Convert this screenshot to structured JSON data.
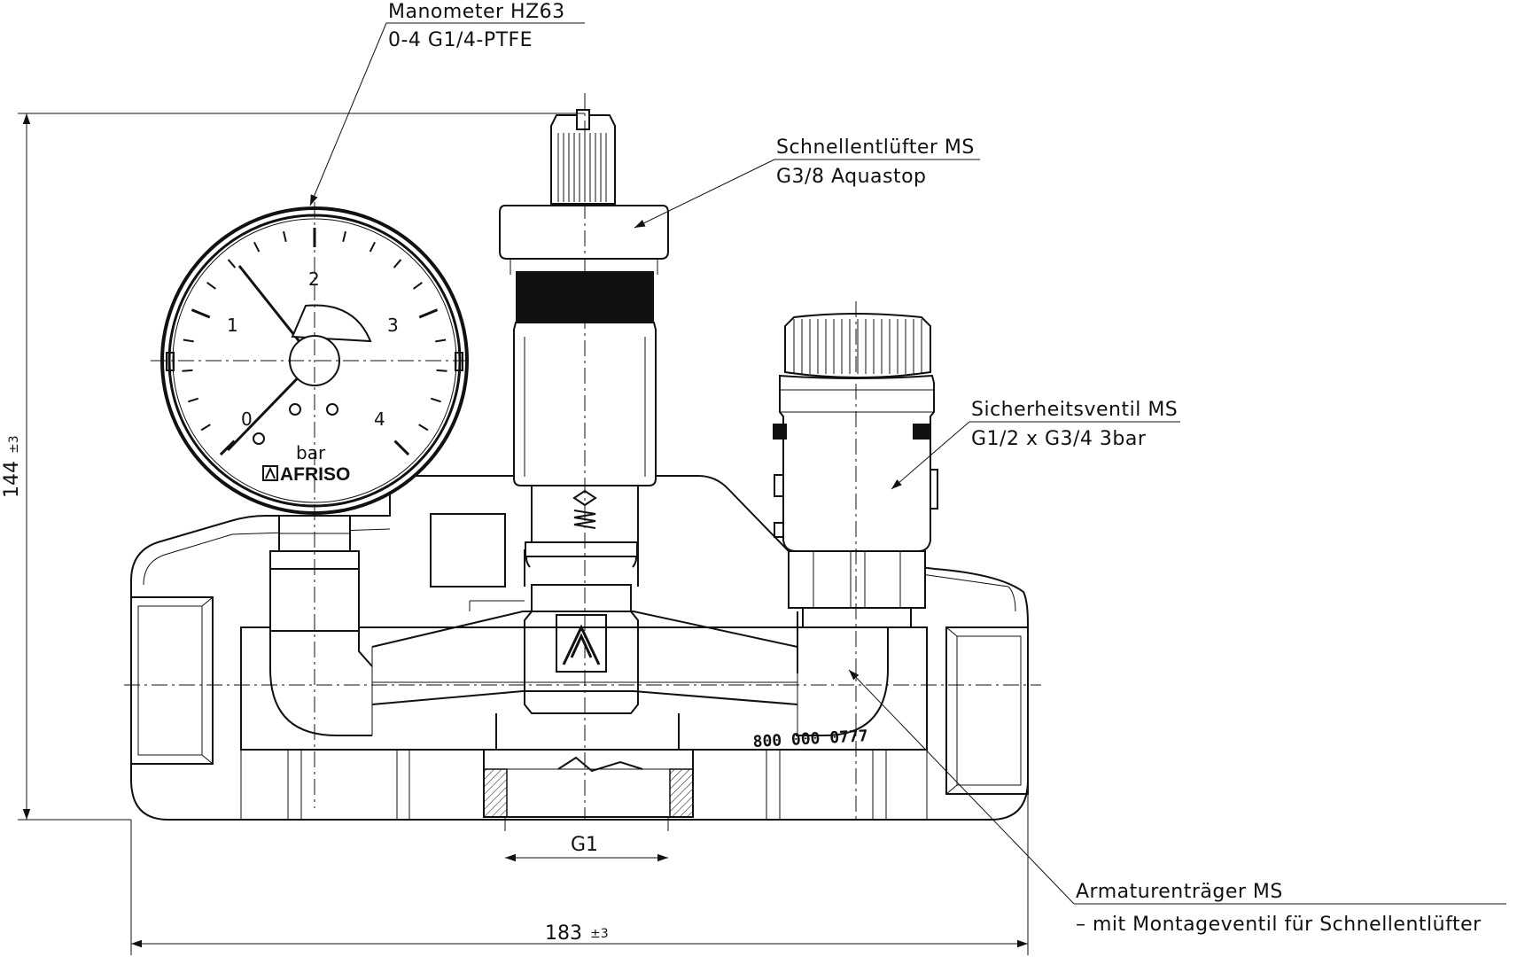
{
  "callouts": {
    "manometer": {
      "line1": "Manometer HZ63",
      "line2": "0-4 G1/4-PTFE"
    },
    "vent": {
      "line1": "Schnellentlüfter MS",
      "line2": "G3/8 Aquastop"
    },
    "safety_valve": {
      "line1": "Sicherheitsventil MS",
      "line2": "G1/2 x G3/4 3bar"
    },
    "carrier": {
      "line1": "Armaturenträger MS",
      "line2": "– mit Montageventil für Schnellentlüfter"
    }
  },
  "dimensions": {
    "height": {
      "value": "144",
      "tolerance": "±3"
    },
    "width": {
      "value": "183",
      "tolerance": "±3"
    },
    "thread": {
      "value": "G1"
    }
  },
  "gauge": {
    "scale": [
      "0",
      "1",
      "2",
      "3",
      "4"
    ],
    "unit": "bar",
    "brand": "AFRISO"
  },
  "serial_number": "800 000 0777",
  "colors": {
    "line": "#111111",
    "background": "#ffffff"
  }
}
